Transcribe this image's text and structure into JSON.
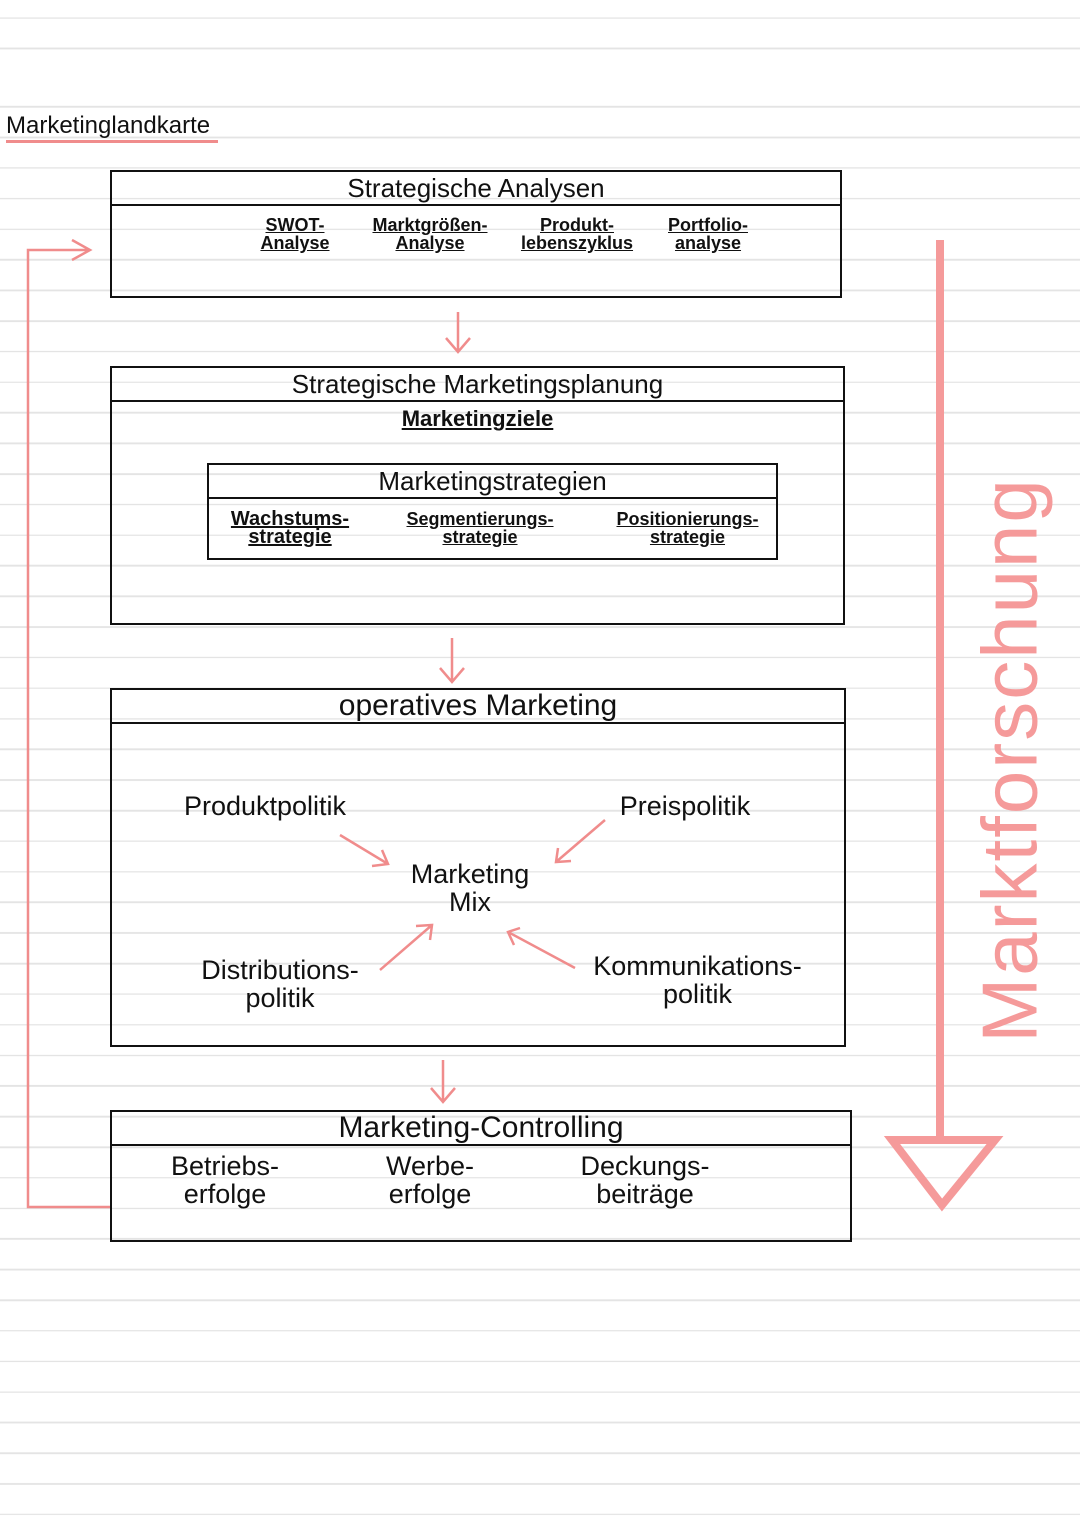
{
  "title": "Marketinglandkarte",
  "side_label": "Marktforschung",
  "accent_color": "#f59a9a",
  "boxes": {
    "analysen": {
      "title": "Strategische Analysen",
      "items": [
        "SWOT-Analyse",
        "Marktgrößen-Analyse",
        "Produkt-lebenszyklus",
        "Portfolio-analyse"
      ]
    },
    "planung": {
      "title": "Strategische Marketingsplanung",
      "subtitle": "Marketingziele",
      "inner_title": "Marketingstrategien",
      "items": [
        "Wachstums-strategie",
        "Segmentierungs-strategie",
        "Positionierungs-strategie"
      ]
    },
    "operativ": {
      "title": "operatives Marketing",
      "center": "Marketing Mix",
      "items": [
        "Produktpolitik",
        "Preispolitik",
        "Distributions-politik",
        "Kommunikations-politik"
      ]
    },
    "controlling": {
      "title": "Marketing-Controlling",
      "items": [
        "Betriebs-erfolge",
        "Werbe-erfolge",
        "Deckungs-beiträge"
      ]
    }
  }
}
